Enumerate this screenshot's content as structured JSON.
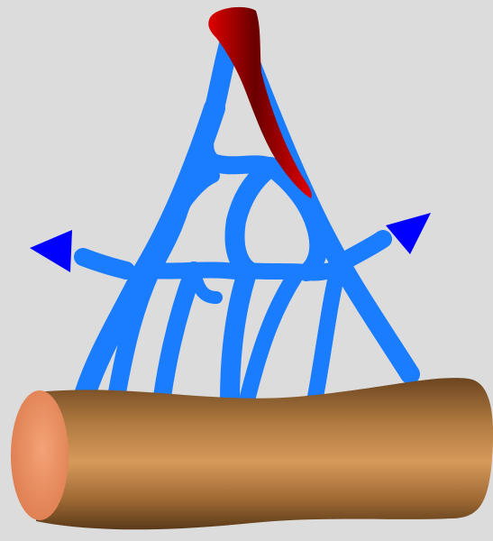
{
  "diagram": {
    "description_visible_text": "",
    "colors": {
      "background": "#dcdcdc",
      "network": "#1a7cff",
      "network_outline": "#0f5fd6",
      "arrow": "#0000ff",
      "vessel_red": "#e00000",
      "vessel_red_dark": "#6a0000",
      "bone_light": "#d69a5a",
      "bone_dark": "#6b4520",
      "bone_end": "#f0906a"
    },
    "components": [
      {
        "name": "red-vessel",
        "kind": "tapered-tube"
      },
      {
        "name": "blue-branching-network",
        "kind": "mesh"
      },
      {
        "name": "left-arrow-head",
        "kind": "arrow",
        "direction": "left"
      },
      {
        "name": "right-arrow-head",
        "kind": "arrow",
        "direction": "up-right"
      },
      {
        "name": "brown-cylinder",
        "kind": "cylinder"
      }
    ]
  }
}
